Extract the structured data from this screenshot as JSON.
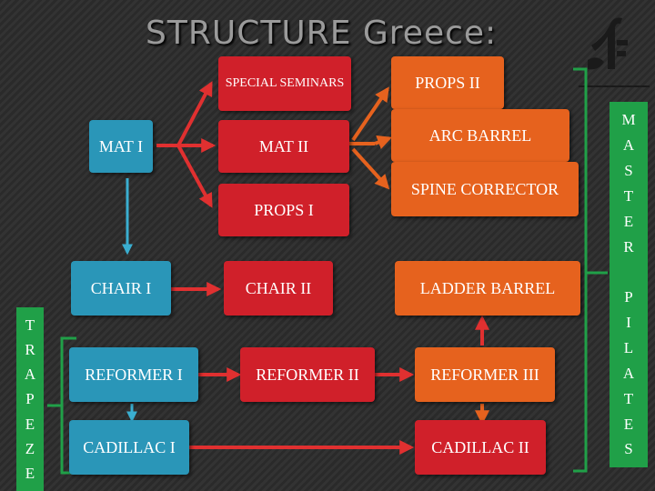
{
  "title": "STRUCTURE Greece:",
  "boxes": {
    "special_seminars": "SPECIAL SEMINARS",
    "mat1": "MAT I",
    "mat2": "MAT II",
    "props1": "PROPS I",
    "props2": "PROPS II",
    "arc_barrel": "ARC BARREL",
    "spine_corrector": "SPINE CORRECTOR",
    "chair1": "CHAIR I",
    "chair2": "CHAIR II",
    "ladder_barrel": "LADDER BARREL",
    "reformer1": "REFORMER I",
    "reformer2": "REFORMER II",
    "reformer3": "REFORMER III",
    "cadillac1": "CADILLAC I",
    "cadillac2": "CADILLAC II"
  },
  "trapeze_letters": [
    "T",
    "R",
    "A",
    "P",
    "E",
    "Z",
    "E"
  ],
  "master_pilates_letters": [
    "M",
    "A",
    "S",
    "T",
    "E",
    "R",
    "",
    "P",
    "I",
    "L",
    "A",
    "T",
    "E",
    "S"
  ],
  "colors": {
    "blue": "#2a96b8",
    "red": "#d0202a",
    "orange": "#e6621e",
    "green": "#20a048"
  }
}
